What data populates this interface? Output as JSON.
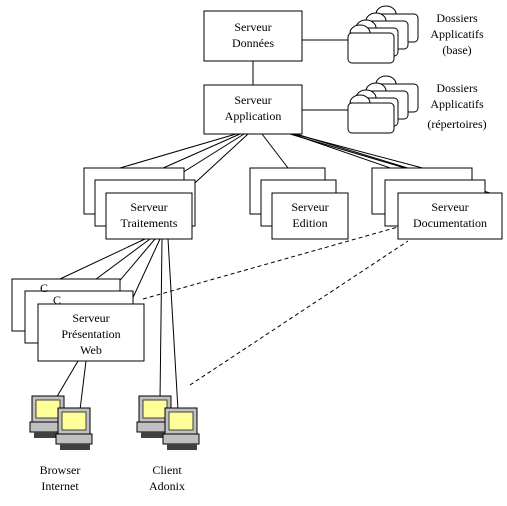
{
  "servers": {
    "donnees": [
      "Serveur",
      "Données"
    ],
    "application": [
      "Serveur",
      "Application"
    ],
    "traitements": [
      "Serveur",
      "Traitements"
    ],
    "edition": [
      "Serveur",
      "Edition"
    ],
    "documentation": [
      "Serveur",
      "Documentation"
    ],
    "presentation": [
      "Serveur",
      "Présentation",
      "Web"
    ]
  },
  "stack_fragments": {
    "presentation_back": "C",
    "presentation_mid": "C"
  },
  "dossiers": {
    "base": [
      "Dossiers",
      "Applicatifs",
      "(base)"
    ],
    "repertoires": [
      "Dossiers",
      "Applicatifs",
      "(répertoires)"
    ]
  },
  "clients": {
    "browser": [
      "Browser",
      "Internet"
    ],
    "adonix": [
      "Client",
      "Adonix"
    ]
  },
  "icons": {
    "dossier_stack": "folder-stack-icon",
    "computer": "computer-icon"
  },
  "colors": {
    "line": "#000000",
    "box_fill": "#ffffff",
    "monitor": "#ffff99",
    "computer_body": "#c0c0c0",
    "dark": "#404040"
  }
}
